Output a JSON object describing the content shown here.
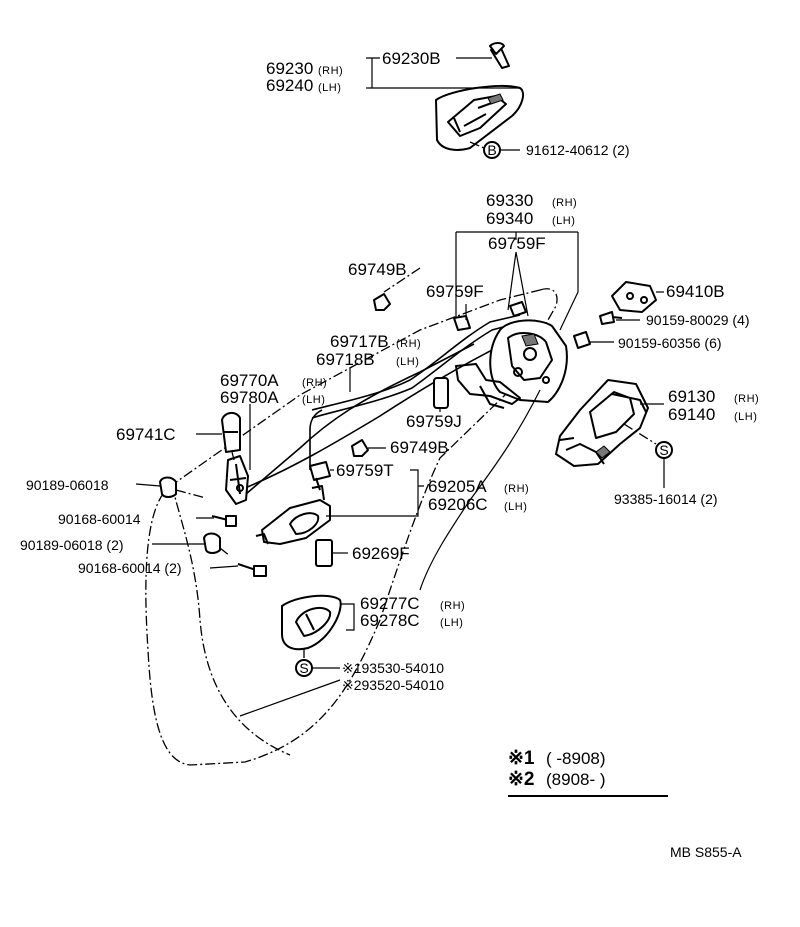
{
  "labels": {
    "p69230": "69230",
    "p69240": "69240",
    "p69230b": "69230B",
    "p91612": "91612-40612 (2)",
    "p69330": "69330",
    "p69340": "69340",
    "p69759f_top": "69759F",
    "p69749b_top": "69749B",
    "p69759f_mid": "69759F",
    "p69410b": "69410B",
    "p90159_80029": "90159-80029 (4)",
    "p90159_60356": "90159-60356 (6)",
    "p69717b": "69717B",
    "p69718b": "69718B",
    "p69770a": "69770A",
    "p69780a": "69780A",
    "p69759j": "69759J",
    "p69130": "69130",
    "p69140": "69140",
    "p69741c": "69741C",
    "p69749b_low": "69749B",
    "p90189_a": "90189-06018",
    "p69759t": "69759T",
    "p69205a": "69205A",
    "p69206c": "69206C",
    "p93385": "93385-16014 (2)",
    "p90168_a": "90168-60014",
    "p90189_b": "90189-06018 (2)",
    "p69269f": "69269F",
    "p90168_b": "90168-60014 (2)",
    "p69277c": "69277C",
    "p69278c": "69278C",
    "p93530": "※193530-54010",
    "p93520": "※293520-54010"
  },
  "suffix": {
    "rh": "(RH)",
    "lh": "(LH)"
  },
  "symbols": {
    "b_circle": "B",
    "s_circle": "S"
  },
  "legend": {
    "row1_mark": "※1",
    "row1_range": "(      -8908)",
    "row2_mark": "※2",
    "row2_range": "(8908-      )"
  },
  "footer": {
    "code": "MB  S855-A"
  }
}
